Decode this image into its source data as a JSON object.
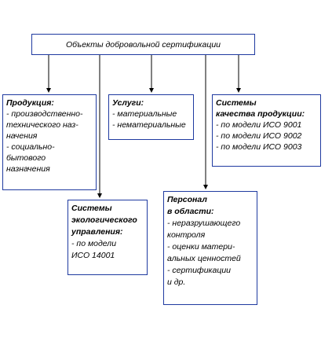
{
  "root": {
    "label": "Объекты добровольной сертификации"
  },
  "products": {
    "title": "Продукция:",
    "items": [
      "- производственно-",
      "технического наз-",
      "начения",
      "- социально-",
      "бытового",
      "назначения"
    ]
  },
  "services": {
    "title": "Услуги:",
    "items": [
      "- материальные",
      "- нематериальные"
    ]
  },
  "quality": {
    "title": "Системы",
    "subtitle": "качества продукции:",
    "items": [
      "- по модели ИСО 9001",
      "- по модели ИСО 9002",
      "- по модели ИСО 9003"
    ]
  },
  "ecology": {
    "title": "Системы",
    "title2": "экологического",
    "title3": "управления:",
    "items": [
      "- по модели",
      "ИСО 14001"
    ]
  },
  "personnel": {
    "title": "Персонал",
    "title2": "в области:",
    "items": [
      "- неразрушающего",
      "контроля",
      "- оценки матери-",
      "альных ценностей",
      "- сертификации",
      "и др."
    ]
  },
  "colors": {
    "border": "#1f3aa0",
    "connector": "#000000"
  }
}
